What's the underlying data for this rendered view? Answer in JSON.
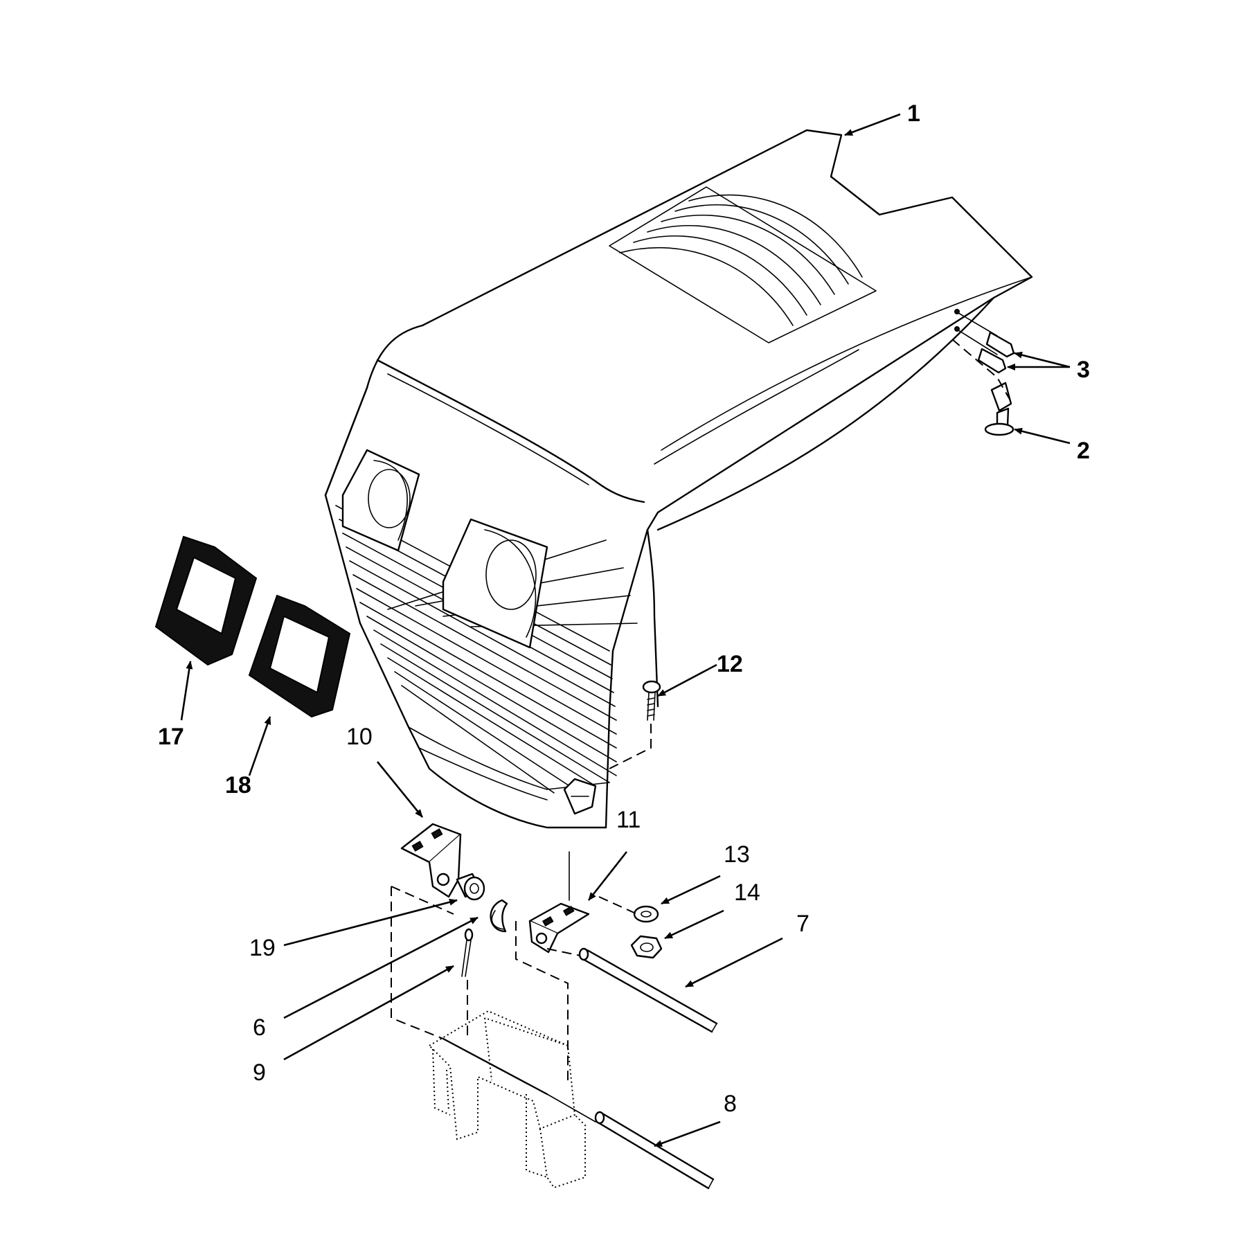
{
  "diagram": {
    "callouts": [
      {
        "id": "c1",
        "label": "1"
      },
      {
        "id": "c2",
        "label": "2"
      },
      {
        "id": "c3",
        "label": "3"
      },
      {
        "id": "c6",
        "label": "6"
      },
      {
        "id": "c7",
        "label": "7"
      },
      {
        "id": "c8",
        "label": "8"
      },
      {
        "id": "c9",
        "label": "9"
      },
      {
        "id": "c10",
        "label": "10"
      },
      {
        "id": "c11",
        "label": "11"
      },
      {
        "id": "c12",
        "label": "12"
      },
      {
        "id": "c13",
        "label": "13"
      },
      {
        "id": "c14",
        "label": "14"
      },
      {
        "id": "c17",
        "label": "17"
      },
      {
        "id": "c18",
        "label": "18"
      },
      {
        "id": "c19",
        "label": "19"
      }
    ]
  }
}
